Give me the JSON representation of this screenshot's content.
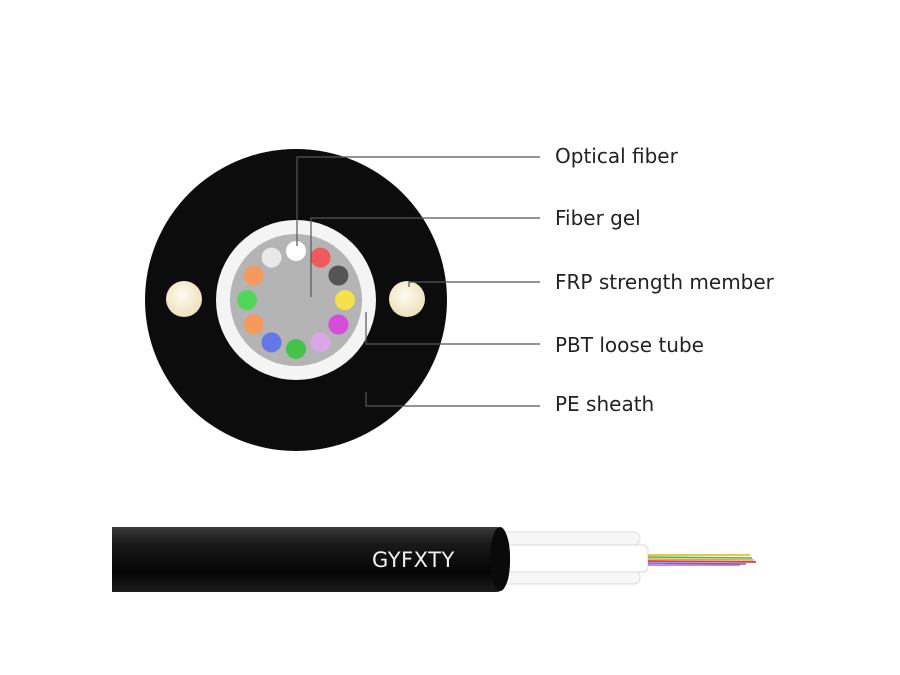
{
  "labels": {
    "optical_fiber": "Optical fiber",
    "fiber_gel": "Fiber gel",
    "frp": "FRP strength member",
    "pbt": "PBT loose tube",
    "pe": "PE sheath"
  },
  "cable_marking": "GYFXTY",
  "colors": {
    "sheath": "#0c0c0c",
    "tube": "#f4f4f4",
    "gel": "#b4b4b4",
    "frp": "#f6efd6",
    "leader": "#555555",
    "fibers": [
      "#ffffff",
      "#f05a5a",
      "#555555",
      "#f5e24a",
      "#d64ddb",
      "#d9a6e6",
      "#45c24a",
      "#6577e8",
      "#f59a5c",
      "#52d65a",
      "#f59a5c",
      "#e8e8e8"
    ]
  }
}
